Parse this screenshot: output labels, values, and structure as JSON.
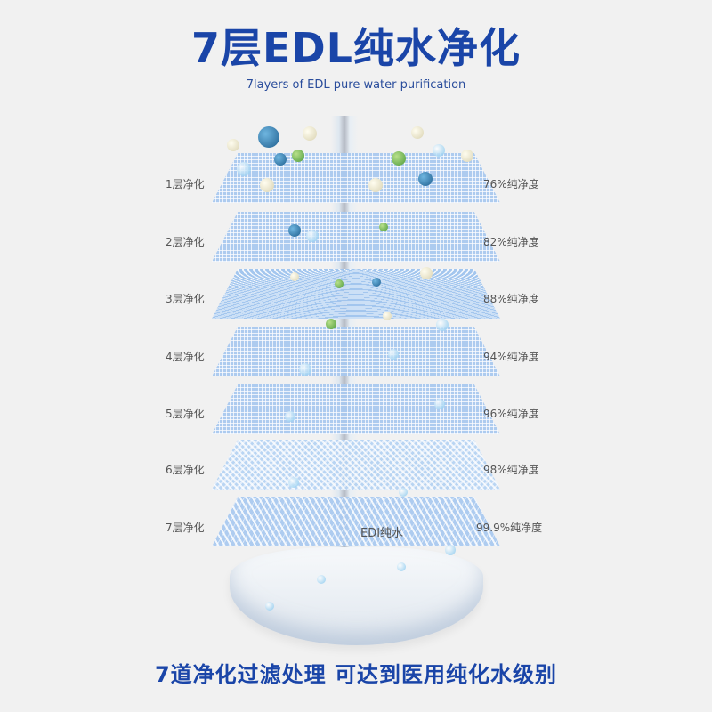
{
  "header": {
    "title": "7层EDL纯水净化",
    "subtitle": "7layers of EDL pure water purification"
  },
  "layers": [
    {
      "label": "1层净化",
      "purity": "76%纯净度"
    },
    {
      "label": "2层净化",
      "purity": "82%纯净度"
    },
    {
      "label": "3层净化",
      "purity": "88%纯净度"
    },
    {
      "label": "4层净化",
      "purity": "94%纯净度"
    },
    {
      "label": "5层净化",
      "purity": "96%纯净度"
    },
    {
      "label": "6层净化",
      "purity": "98%纯净度"
    },
    {
      "label": "7层净化",
      "purity": "99.9%纯净度"
    }
  ],
  "output_label": "EDI纯水",
  "footer": {
    "text": "7道净化过滤处理  可达到医用纯化水级别"
  },
  "colors": {
    "accent": "#1a45a8",
    "layer": "#a9c9ef"
  }
}
